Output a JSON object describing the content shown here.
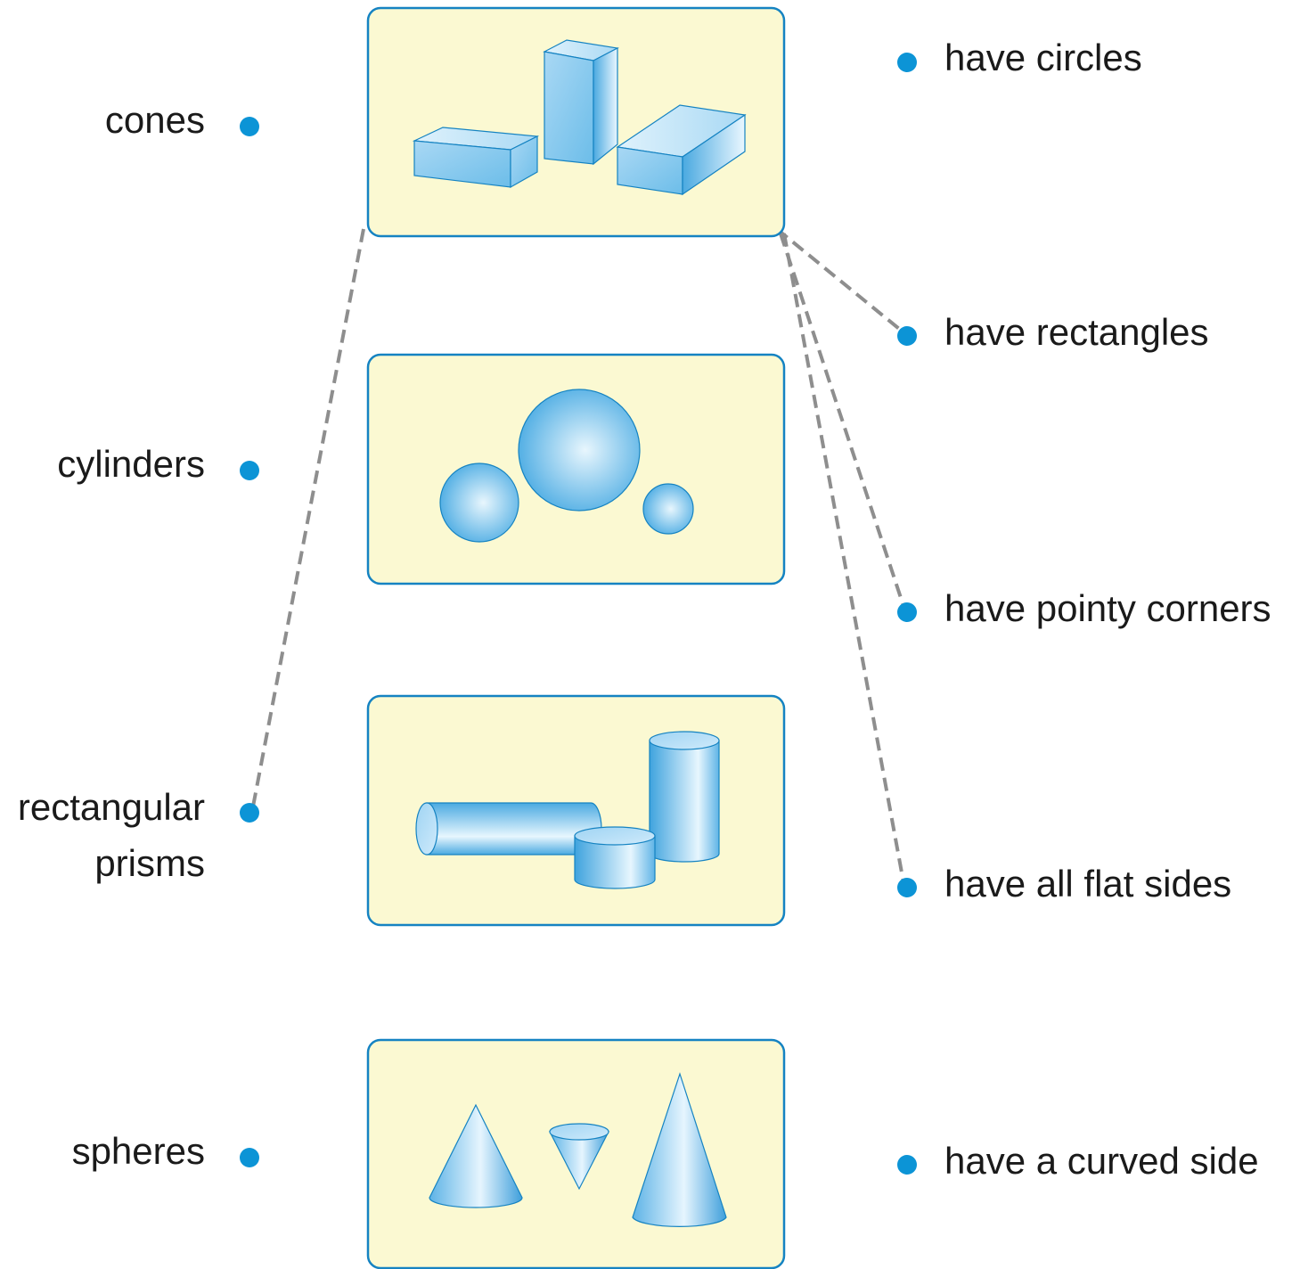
{
  "left_items": [
    {
      "label": "cones"
    },
    {
      "label": "cylinders"
    },
    {
      "label": "rectangular",
      "label_line2": "prisms"
    },
    {
      "label": "spheres"
    }
  ],
  "right_items": [
    {
      "label": "have circles"
    },
    {
      "label": "have rectangles"
    },
    {
      "label": "have pointy corners"
    },
    {
      "label": "have all flat sides"
    },
    {
      "label": "have a curved side"
    }
  ],
  "cards": [
    {
      "depicts": "rectangular prisms"
    },
    {
      "depicts": "spheres"
    },
    {
      "depicts": "cylinders"
    },
    {
      "depicts": "cones"
    }
  ],
  "connections": [
    {
      "from": "rectangular prisms card",
      "to": "rectangular prisms"
    },
    {
      "from": "rectangular prisms card",
      "to": "have rectangles"
    },
    {
      "from": "rectangular prisms card",
      "to": "have pointy corners"
    },
    {
      "from": "rectangular prisms card",
      "to": "have all flat sides"
    }
  ],
  "colors": {
    "dot": "#0c94d6",
    "card_fill": "#fbf9d2",
    "card_border": "#1583c2",
    "connector": "#8e8e8e"
  }
}
